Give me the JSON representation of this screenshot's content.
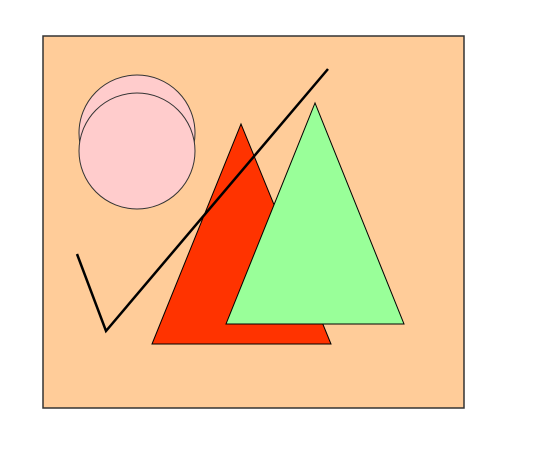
{
  "canvas": {
    "background": "#ffffff"
  },
  "colors": {
    "panel_fill": "#FFCC99",
    "panel_stroke": "#333333",
    "circle_fill": "#FFCCCC",
    "circle_stroke": "#333333",
    "red_triangle_fill": "#FF3300",
    "green_triangle_fill": "#99FF99",
    "shape_stroke": "#000000",
    "checkmark_stroke": "#000000"
  },
  "shapes": [
    {
      "kind": "panel",
      "name": "background-panel"
    },
    {
      "kind": "circle",
      "name": "pink-circle-back"
    },
    {
      "kind": "circle",
      "name": "pink-circle-front"
    },
    {
      "kind": "triangle",
      "name": "red-triangle"
    },
    {
      "kind": "triangle",
      "name": "green-triangle"
    },
    {
      "kind": "polyline",
      "name": "checkmark-line"
    }
  ]
}
